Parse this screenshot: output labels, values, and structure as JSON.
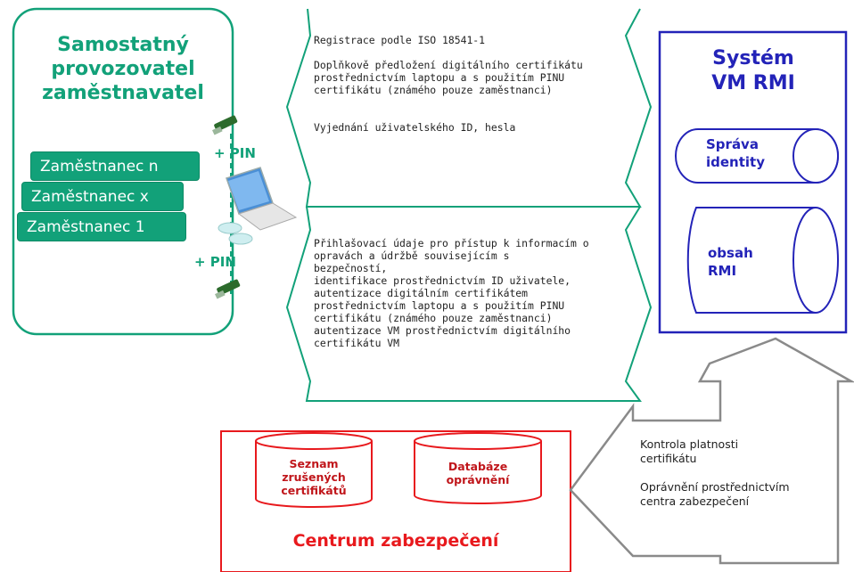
{
  "employer": {
    "title": "Samostatný\nprovozovatel\nzaměstnavatel",
    "employees": [
      "Zaměstnanec n",
      "Zaměstnanec x",
      "Zaměstnanec 1"
    ],
    "pin_top": "+ PIN",
    "pin_bottom": "+ PIN"
  },
  "top_exchange": {
    "text": "Registrace podle ISO 18541-1\n\nDoplňkově předložení digitálního certifikátu\nprostřednictvím laptopu a s použitím PINU\ncertifikátu (známého pouze zaměstnanci)\n\n\nVyjednání uživatelského ID, hesla"
  },
  "bottom_exchange": {
    "text": "Přihlašovací údaje pro přístup k informacím o\nopravách a údržbě souvisejícím s\nbezpečností,\nidentifikace prostřednictvím ID uživatele,\nautentizace digitálním certifikátem\nprostřednictvím laptopu a s použitím PINU\ncertifikátu (známého pouze zaměstnanci)\nautentizace VM prostřednictvím digitálního\ncertifikátu VM"
  },
  "system": {
    "title": "Systém\nVM RMI",
    "identity": "Správa\nidentity",
    "content": "obsah\nRMI"
  },
  "security": {
    "title": "Centrum zabezpečení",
    "db1": "Seznam\nzrušených\ncertifikátů",
    "db2": "Databáze\noprávnění"
  },
  "side_arrow": {
    "text": "Kontrola platnosti\ncertifikátu\n\nOprávnění prostřednictvím\ncentra zabezpečení"
  },
  "colors": {
    "green": "#12a179",
    "blue": "#2323b8",
    "red": "#e8191d",
    "gray": "#8a8a8a"
  }
}
